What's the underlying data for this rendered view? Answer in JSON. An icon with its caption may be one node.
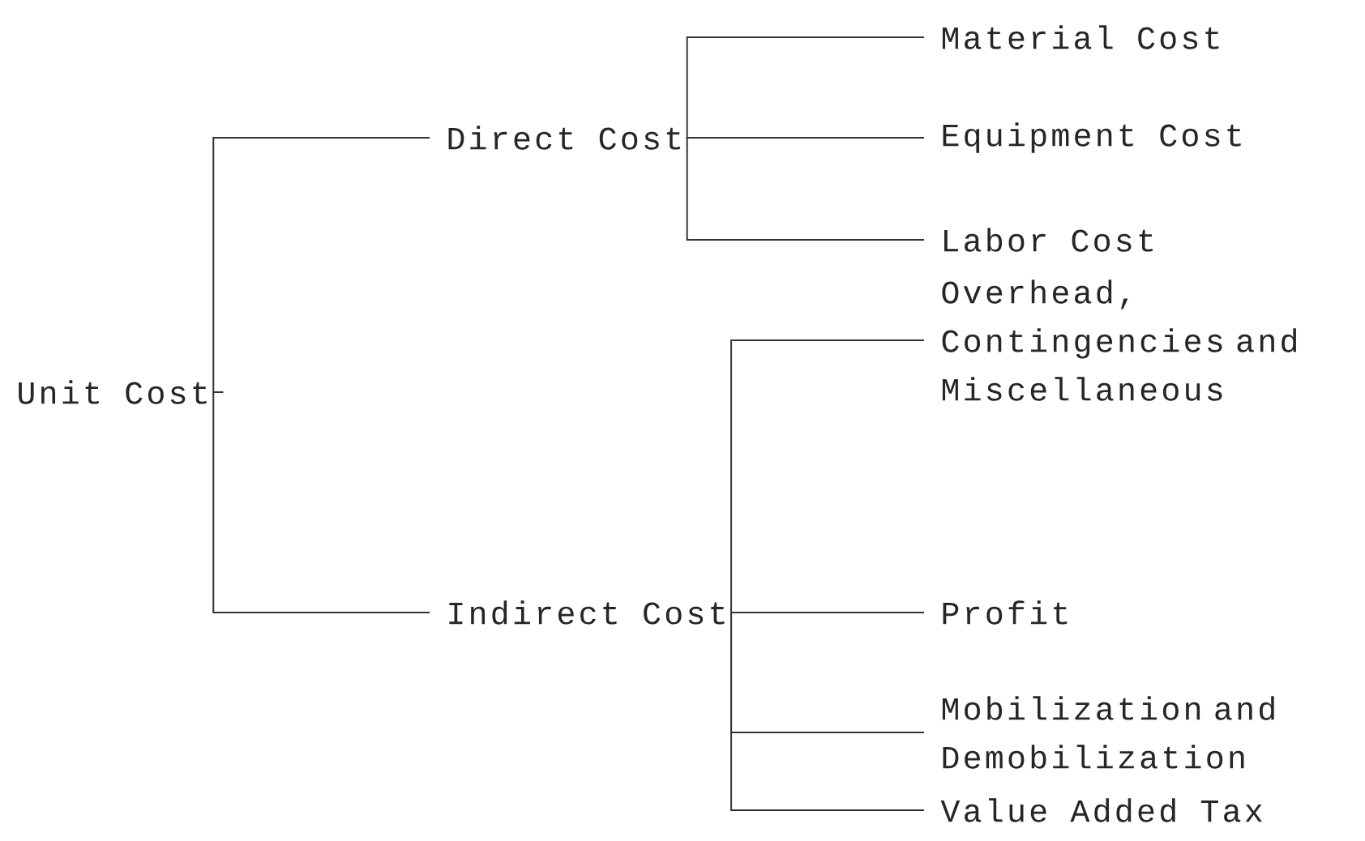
{
  "diagram": {
    "nodes": [
      {
        "text": [
          "Unit Cost"
        ]
      },
      {
        "text": [
          "Direct Cost"
        ]
      },
      {
        "text": [
          "Indirect Cost"
        ]
      },
      {
        "text": [
          "Material Cost"
        ]
      },
      {
        "text": [
          "Equipment Cost"
        ]
      },
      {
        "text": [
          "Labor Cost"
        ]
      },
      {
        "text": [
          "Overhead, Contingencies and Miscellaneous"
        ]
      },
      {
        "text": [
          "Profit"
        ]
      },
      {
        "text": [
          "Mobilization and Demobilization"
        ]
      },
      {
        "text": [
          "Value Added Tax"
        ]
      }
    ],
    "edges": [
      {
        "from": 0,
        "to": 1,
        "arrow": "none"
      },
      {
        "from": 0,
        "to": 2,
        "arrow": "none"
      },
      {
        "from": 1,
        "to": 3,
        "arrow": "none"
      },
      {
        "from": 1,
        "to": 4,
        "arrow": "none"
      },
      {
        "from": 1,
        "to": 5,
        "arrow": "none"
      },
      {
        "from": 2,
        "to": 6,
        "arrow": "none"
      },
      {
        "from": 2,
        "to": 7,
        "arrow": "none"
      },
      {
        "from": 2,
        "to": 8,
        "arrow": "none"
      },
      {
        "from": 2,
        "to": 9,
        "arrow": "none"
      }
    ]
  }
}
